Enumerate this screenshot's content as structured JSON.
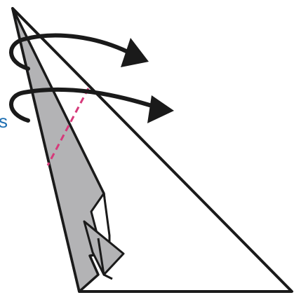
{
  "diagram": {
    "edge_label": "s",
    "colors": {
      "outline": "#1a1a1a",
      "paper_front": "#ffffff",
      "paper_back": "#b3b3b5",
      "fold_line": "#d63a7a",
      "label": "#1f6fb2"
    },
    "elements": [
      "white-paper-triangle",
      "gray-folded-flap",
      "small-inner-flap",
      "valley-fold-dashed-line",
      "upper-turn-over-arrow",
      "lower-turn-over-arrow"
    ]
  }
}
